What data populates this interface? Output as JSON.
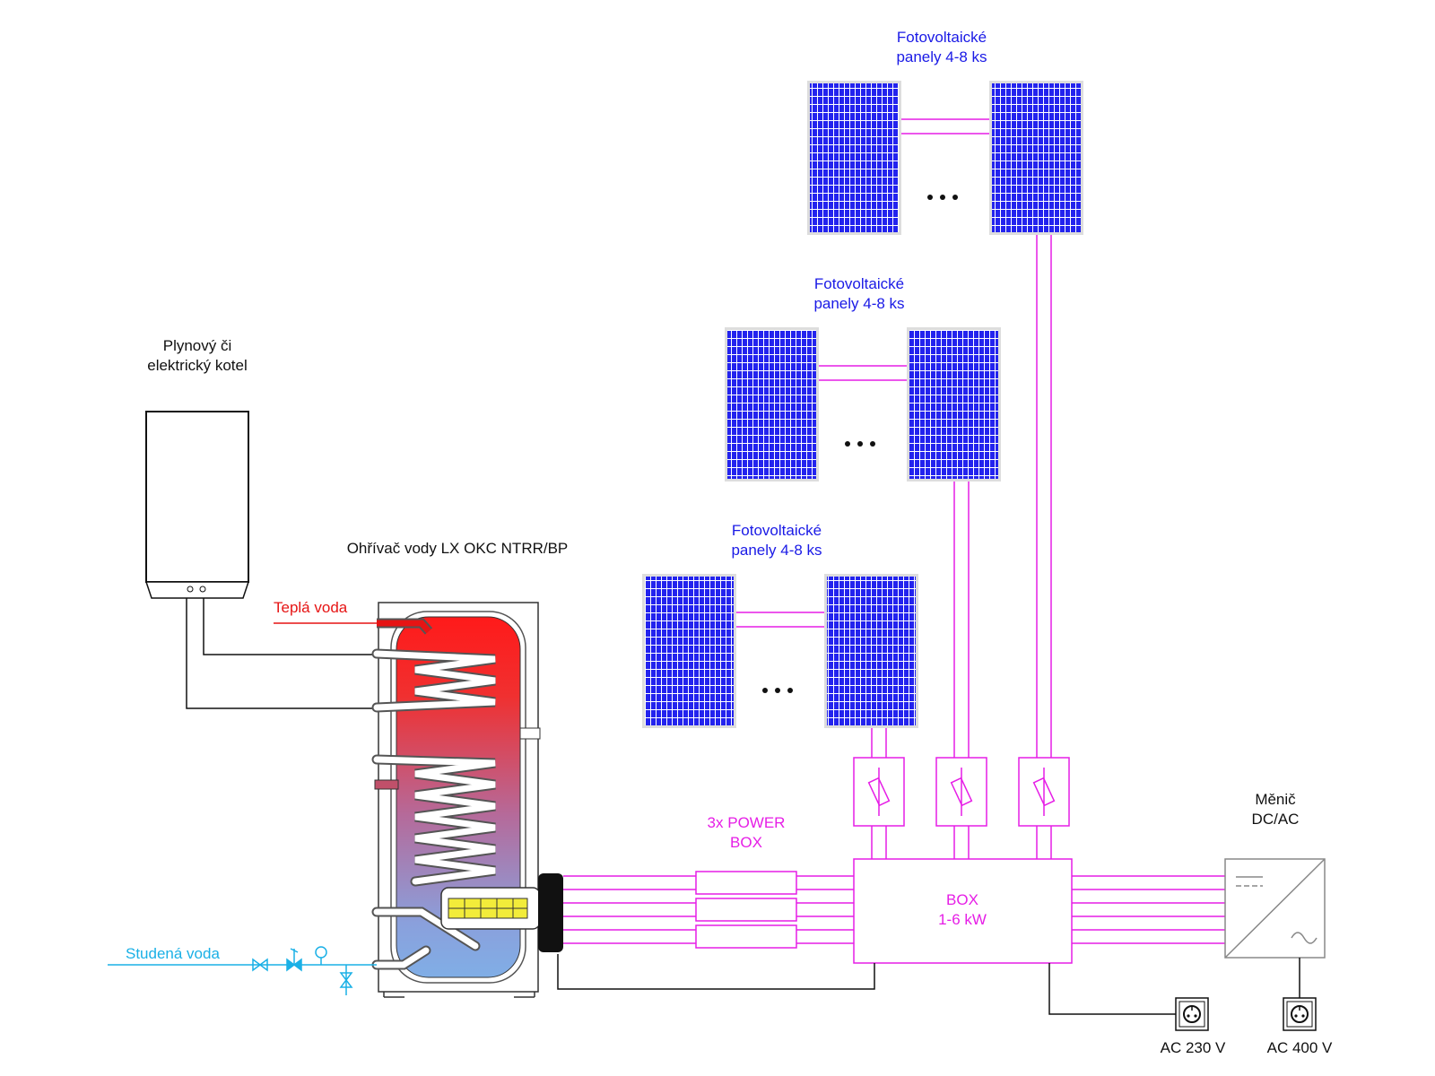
{
  "labels": {
    "pv_group_top": "Fotovoltaické\npanely 4-8 ks",
    "pv_group_mid": "Fotovoltaické\npanely 4-8 ks",
    "pv_group_low": "Fotovoltaické\npanely 4-8 ks",
    "boiler": "Plynový či\nelektrický kotel",
    "heater": "Ohřívač vody LX OKC NTRR/BP",
    "hot_water": "Teplá voda",
    "cold_water": "Studená voda",
    "power_box": "3x POWER\nBOX",
    "box": "BOX\n1-6 kW",
    "inverter": "Měnič\nDC/AC",
    "ac230": "AC 230 V",
    "ac400": "AC 400 V",
    "ellipsis": "• • •"
  },
  "colors": {
    "pv_line": "#e61ee6",
    "panel": "#1a1ae6",
    "hot_water": "#e61414",
    "cold_water": "#1ab0e6",
    "wire": "#111111"
  },
  "icons": [
    "solar-panel-icon",
    "fuse-icon",
    "socket-icon",
    "inverter-icon",
    "valve-icon",
    "pressure-gauge-icon"
  ]
}
